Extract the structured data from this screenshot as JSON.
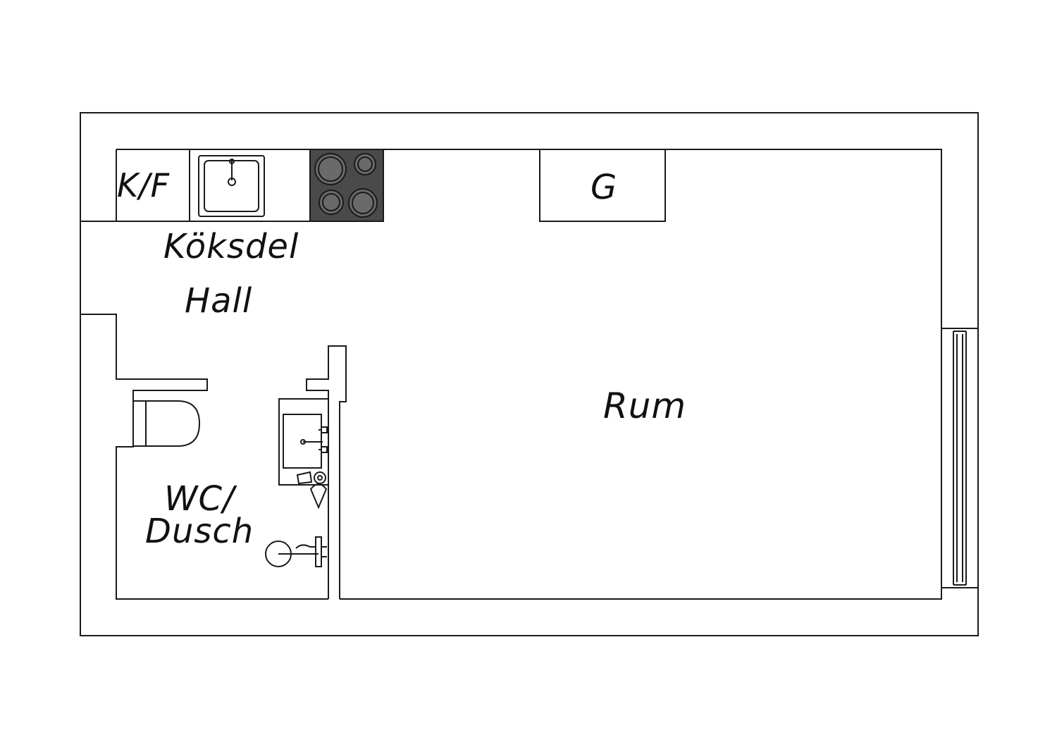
{
  "rooms": {
    "kf": "K/F",
    "g": "G",
    "koksdel": "Köksdel",
    "hall": "Hall",
    "rum": "Rum",
    "wc_line1": "WC/",
    "wc_line2": "Dusch"
  },
  "colors": {
    "line": "#1a1a1a",
    "background": "#ffffff",
    "stove": "#4a4a4a",
    "burner": "#6a6a6a"
  }
}
